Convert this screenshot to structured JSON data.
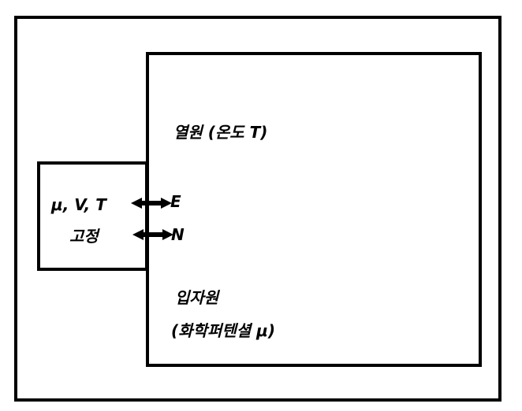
{
  "labels": {
    "heat_reservoir": "열원 (온도 T)",
    "system_variables": "μ, V, T",
    "system_fixed": "고정",
    "energy": "E",
    "particles": "N",
    "particle_reservoir": "입자원",
    "chemical_potential": "(화학퍼텐셜 μ)"
  },
  "colors": {
    "line": "#000000",
    "background": "#ffffff"
  }
}
